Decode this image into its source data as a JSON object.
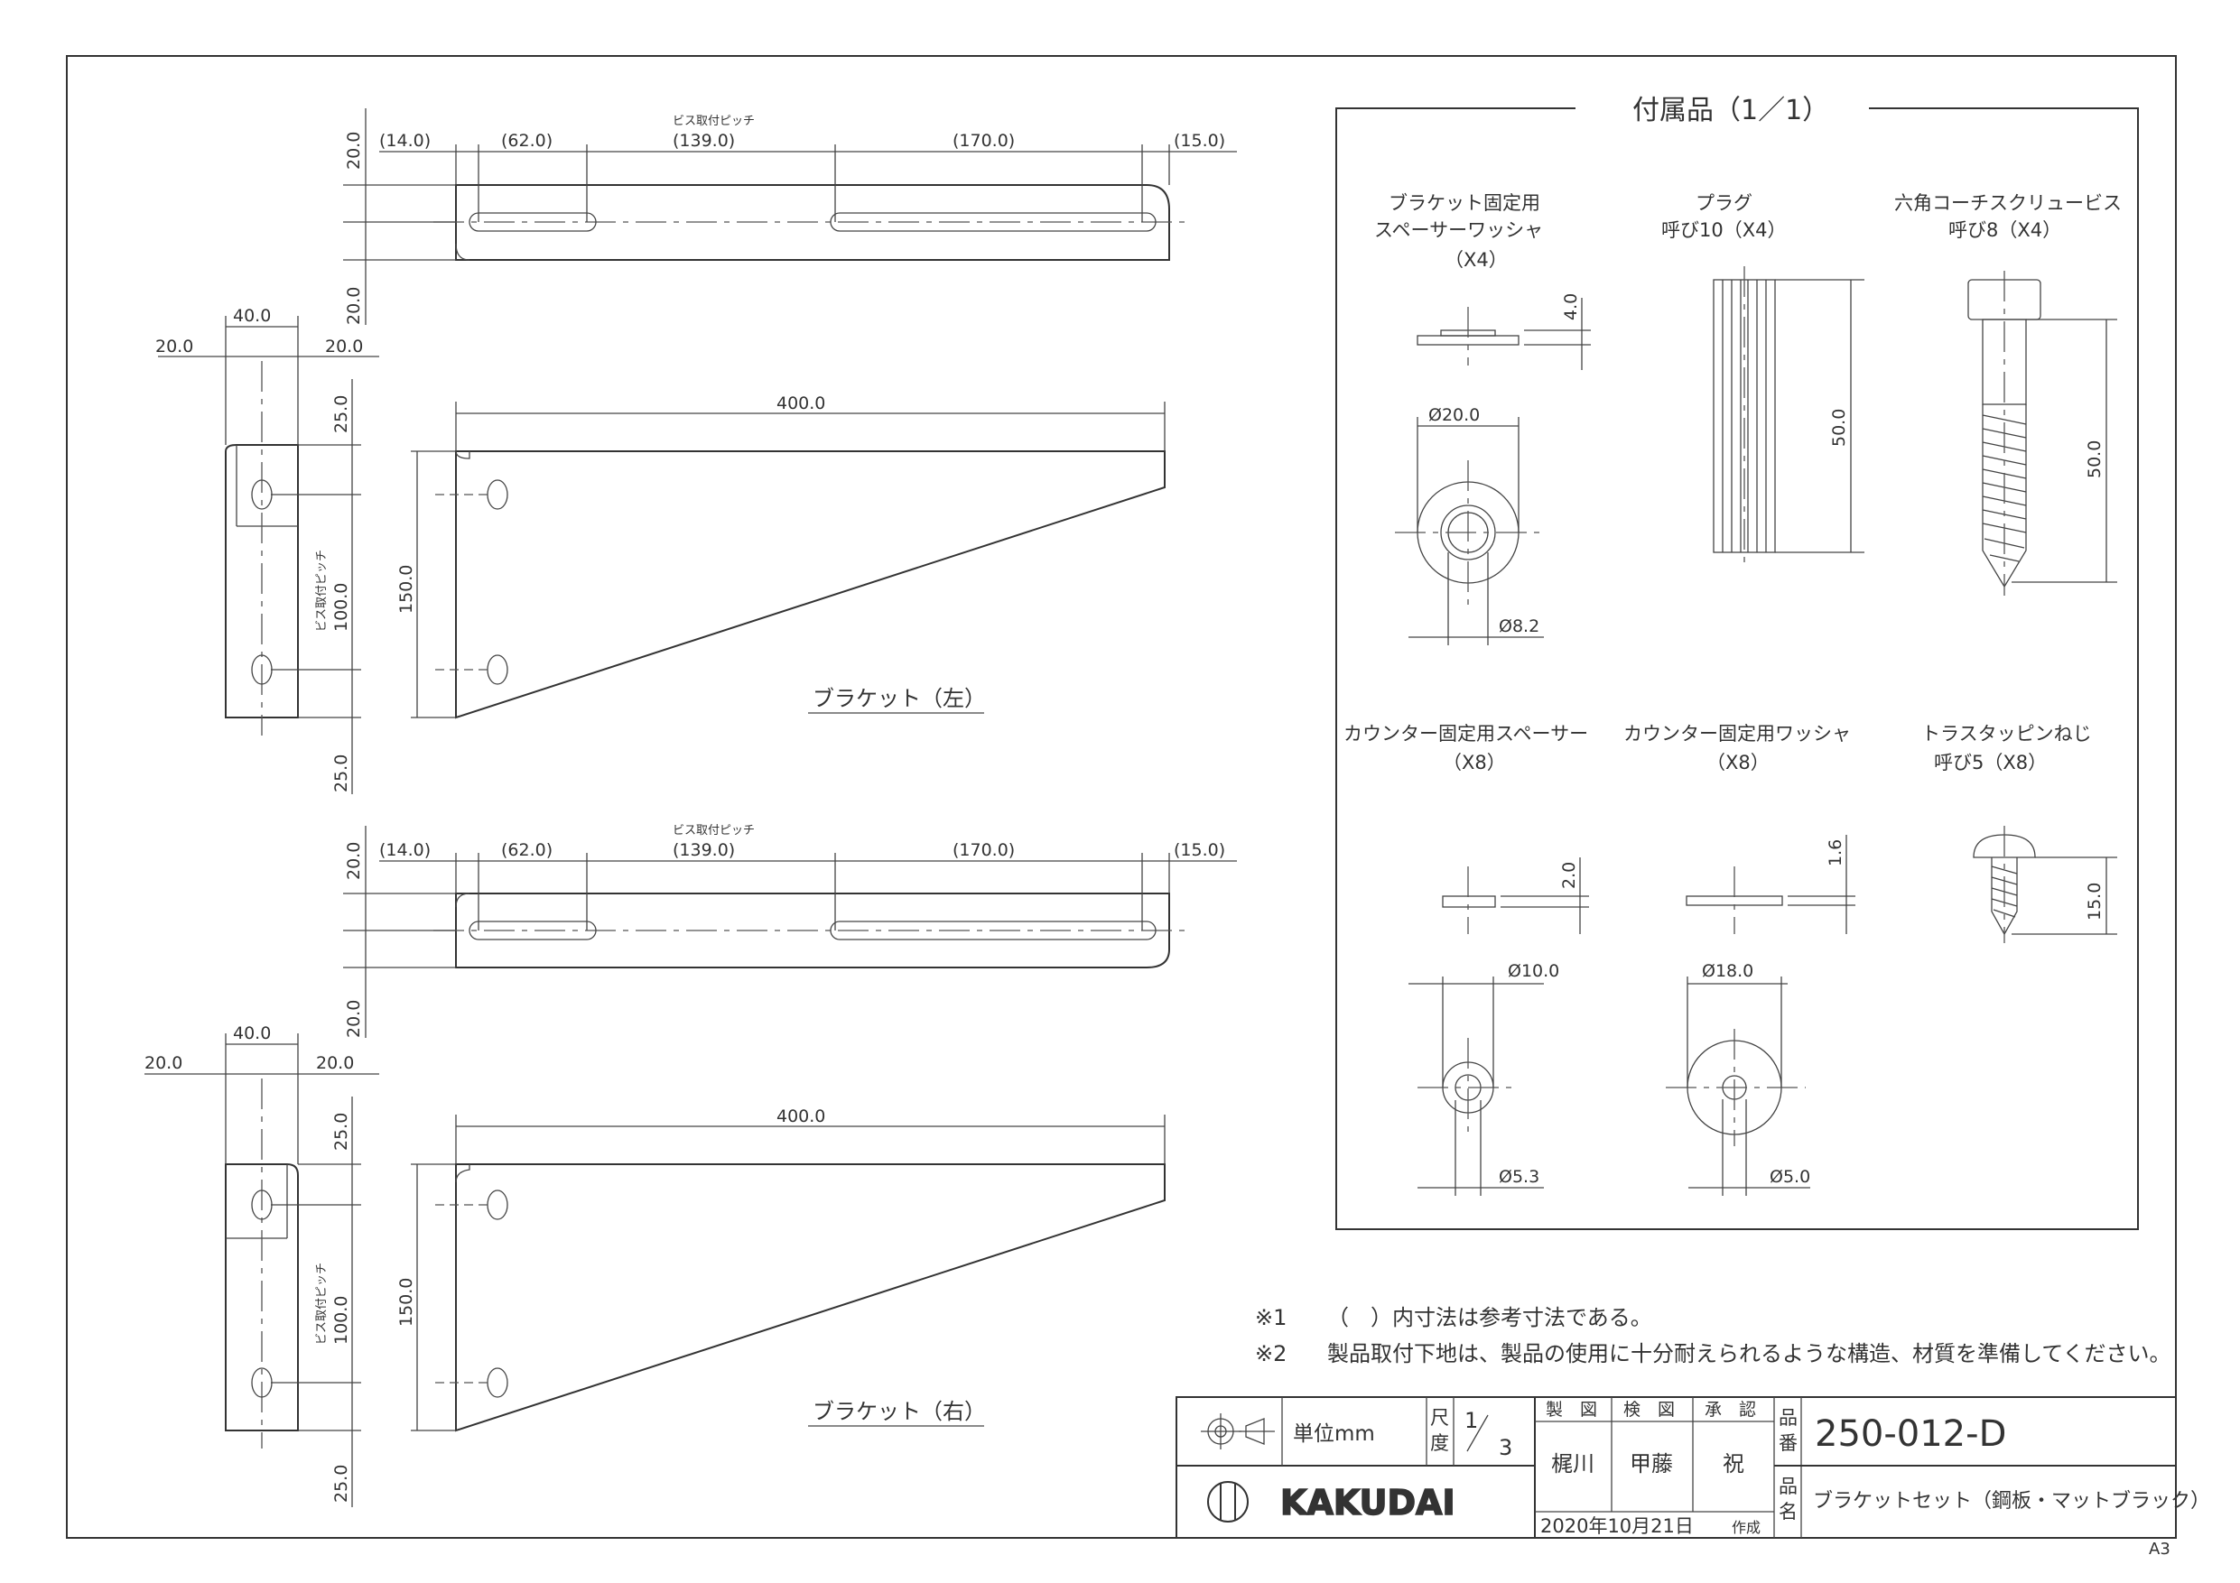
{
  "brackets": {
    "top_dims": [
      "(14.0)",
      "(62.0)",
      "(139.0)",
      "(170.0)",
      "(15.0)"
    ],
    "pitch_label": "ビス取付ピッチ",
    "height_dims": [
      "20.0",
      "20.0"
    ],
    "side_width": "40.0",
    "side_offsets": [
      "20.0",
      "20.0"
    ],
    "side_vertical": [
      "25.0",
      "100.0",
      "25.0"
    ],
    "length": "400.0",
    "height": "150.0",
    "left_caption": "ブラケット（左）",
    "right_caption": "ブラケット（右）"
  },
  "accessories": {
    "title": "付属品（1／1）",
    "items": [
      {
        "name_lines": [
          "ブラケット固定用",
          "スペーサーワッシャ",
          "（X4）"
        ],
        "dims": [
          "4.0",
          "Ø20.0",
          "Ø8.2"
        ]
      },
      {
        "name_lines": [
          "プラグ",
          "呼び10（X4）"
        ],
        "dims": [
          "50.0"
        ]
      },
      {
        "name_lines": [
          "六角コーチスクリュービス",
          "呼び8（X4）"
        ],
        "dims": [
          "50.0"
        ]
      },
      {
        "name_lines": [
          "カウンター固定用スペーサー",
          "（X8）"
        ],
        "dims": [
          "2.0",
          "Ø10.0",
          "Ø5.3"
        ]
      },
      {
        "name_lines": [
          "カウンター固定用ワッシャ",
          "（X8）"
        ],
        "dims": [
          "1.6",
          "Ø18.0",
          "Ø5.0"
        ]
      },
      {
        "name_lines": [
          "トラスタッピンねじ",
          "呼び5（X8）"
        ],
        "dims": [
          "15.0"
        ]
      }
    ]
  },
  "notes": [
    {
      "mark": "※1",
      "text": "（　）内寸法は参考寸法である。"
    },
    {
      "mark": "※2",
      "text": "製品取付下地は、製品の使用に十分耐えられるような構造、材質を準備してください。"
    }
  ],
  "title_block": {
    "unit": "単位mm",
    "scale_label_1": "尺",
    "scale_label_2": "度",
    "scale_num": "1",
    "scale_den": "3",
    "drawn_label": "製　図",
    "checked_label": "検　図",
    "approved_label": "承　認",
    "drawn_by": "梶川",
    "checked_by": "甲藤",
    "approved_by": "祝",
    "part_no_label_1": "品",
    "part_no_label_2": "番",
    "part_no": "250-012-D",
    "part_name_label_1": "品",
    "part_name_label_2": "名",
    "part_name": "ブラケットセット（鋼板・マットブラック）",
    "date": "2020年10月21日",
    "made_label": "作成",
    "brand": "KAKUDAI"
  },
  "sheet_size": "A3"
}
